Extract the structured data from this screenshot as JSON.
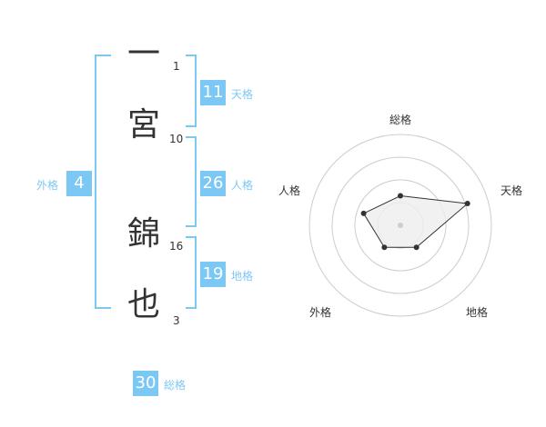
{
  "name": {
    "chars": [
      "一",
      "宮",
      "錦",
      "也"
    ],
    "strokes": [
      "1",
      "10",
      "16",
      "3"
    ]
  },
  "kakusu": {
    "tenkaku": {
      "value": "11",
      "label": "天格"
    },
    "jinkaku": {
      "value": "26",
      "label": "人格"
    },
    "chikaku": {
      "value": "19",
      "label": "地格"
    },
    "gaikaku": {
      "value": "4",
      "label": "外格"
    },
    "soukaku": {
      "value": "30",
      "label": "総格"
    }
  },
  "radar": {
    "labels": {
      "sou": "総格",
      "ten": "天格",
      "chi": "地格",
      "gai": "外格",
      "jin": "人格"
    },
    "ring_levels": 4,
    "values": {
      "sou": 1.3,
      "ten": 3.1,
      "chi": 1.2,
      "gai": 1.2,
      "jin": 1.7
    },
    "colors": {
      "grid": "#cccccc",
      "fill": "#eeeeee",
      "line": "#333333",
      "center": "#cccccc"
    }
  }
}
